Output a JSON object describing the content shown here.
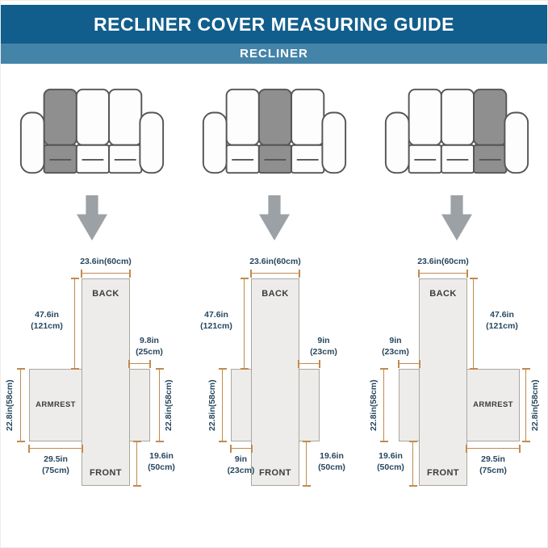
{
  "header": {
    "title": "RECLINER COVER MEASURING GUIDE",
    "subtitle": "RECLINER"
  },
  "colors": {
    "header_bg": "#115e8c",
    "subheader_bg": "#4484a9",
    "measure_line": "#c18a4e",
    "cover_fill": "#edecea",
    "highlight_gray": "#8f8f8f",
    "arrow_gray": "#9ba1a5",
    "measure_text": "#27475e"
  },
  "sofas": [
    {
      "highlighted_section": "left recliner seat"
    },
    {
      "highlighted_section": "middle recliner seat"
    },
    {
      "highlighted_section": "right recliner seat"
    }
  ],
  "diagrams": [
    {
      "back": "BACK",
      "front": "FRONT",
      "armrest": "ARMREST",
      "top_width": "23.6in(60cm)",
      "back_height_l1": "47.6in",
      "back_height_l2": "(121cm)",
      "inner_arm_w_l1": "9.8in",
      "inner_arm_w_l2": "(25cm)",
      "inner_arm_h": "22.8in(58cm)",
      "armrest_h": "22.8in(58cm)",
      "armrest_w_l1": "29.5in",
      "armrest_w_l2": "(75cm)",
      "front_h_l1": "19.6in",
      "front_h_l2": "(50cm)"
    },
    {
      "back": "BACK",
      "front": "FRONT",
      "top_width": "23.6in(60cm)",
      "back_height_l1": "47.6in",
      "back_height_l2": "(121cm)",
      "right_arm_w_l1": "9in",
      "right_arm_w_l2": "(23cm)",
      "left_arm_h": "22.8in(58cm)",
      "left_arm_w_l1": "9in",
      "left_arm_w_l2": "(23cm)",
      "front_h_l1": "19.6in",
      "front_h_l2": "(50cm)"
    },
    {
      "back": "BACK",
      "front": "FRONT",
      "armrest": "ARMREST",
      "top_width": "23.6in(60cm)",
      "back_height_l1": "47.6in",
      "back_height_l2": "(121cm)",
      "inner_arm_w_l1": "9in",
      "inner_arm_w_l2": "(23cm)",
      "inner_arm_h": "22.8in(58cm)",
      "armrest_h": "22.8in(58cm)",
      "armrest_w_l1": "29.5in",
      "armrest_w_l2": "(75cm)",
      "front_h_l1": "19.6in",
      "front_h_l2": "(50cm)"
    }
  ]
}
